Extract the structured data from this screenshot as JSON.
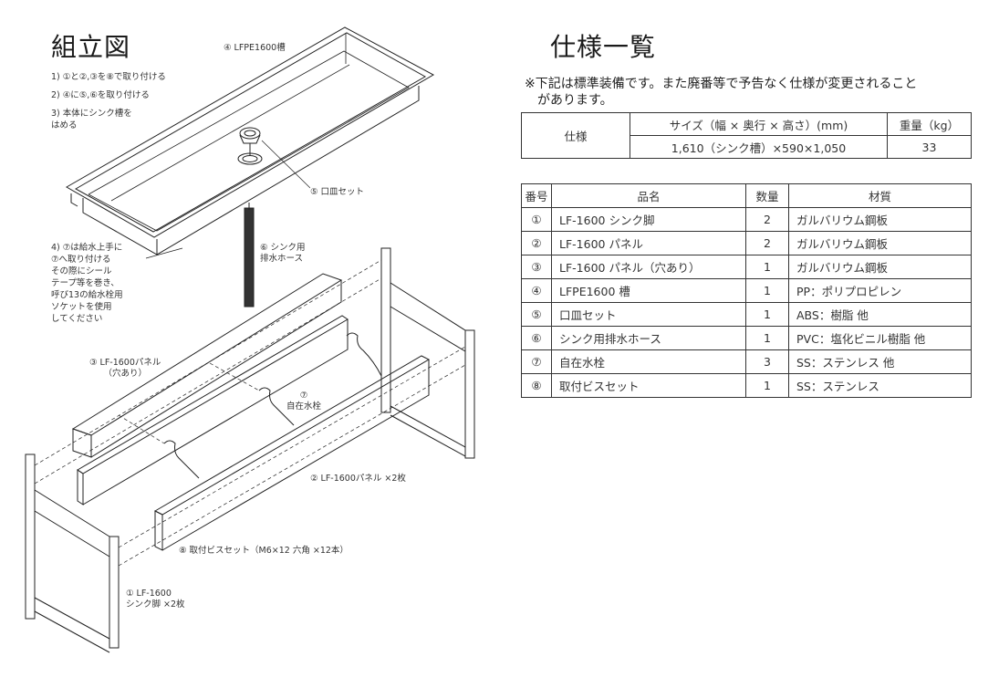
{
  "assembly": {
    "title": "組立図",
    "steps": [
      "1) ①と②,③を⑧で取り付ける",
      "2) ④に⑤,⑥を取り付ける",
      "3) 本体にシンク槽を\nはめる",
      "4) ⑦は給水上手に\n⑦へ取り付ける\nその際にシール\nテープ等を巻き、\n呼び13の給水栓用\nソケットを使用\nしてください"
    ],
    "labels": {
      "sink": "④ LFPE1600槽",
      "drain_set": "⑤ 口皿セット",
      "hose": "⑥ シンク用\n排水ホース",
      "panel_hole": "③ LF-1600パネル\n（穴あり）",
      "faucet": "⑦\n自在水栓",
      "panel": "② LF-1600パネル ×2枚",
      "screws": "⑧ 取付ビスセット（M6×12 六角 ×12本）",
      "legs": "① LF-1600\nシンク脚 ×2枚"
    }
  },
  "spec": {
    "title": "仕様一覧",
    "note": "※下記は標準装備です。また廃番等で予告なく仕様が変更されること\n　があります。",
    "table": {
      "row_header": "仕様",
      "size_header": "サイズ（幅 × 奥行 × 高さ）(mm)",
      "weight_header": "重量（kg）",
      "size_value": "1,610（シンク槽）×590×1,050",
      "weight_value": "33"
    }
  },
  "parts": {
    "headers": [
      "番号",
      "品名",
      "数量",
      "材質"
    ],
    "rows": [
      {
        "no": "①",
        "name": "LF-1600 シンク脚",
        "qty": "2",
        "material": "ガルバリウム鋼板"
      },
      {
        "no": "②",
        "name": "LF-1600 パネル",
        "qty": "2",
        "material": "ガルバリウム鋼板"
      },
      {
        "no": "③",
        "name": "LF-1600 パネル（穴あり）",
        "qty": "1",
        "material": "ガルバリウム鋼板"
      },
      {
        "no": "④",
        "name": "LFPE1600 槽",
        "qty": "1",
        "material": "PP：ポリプロピレン"
      },
      {
        "no": "⑤",
        "name": "口皿セット",
        "qty": "1",
        "material": "ABS：樹脂 他"
      },
      {
        "no": "⑥",
        "name": "シンク用排水ホース",
        "qty": "1",
        "material": "PVC：塩化ビニル樹脂 他"
      },
      {
        "no": "⑦",
        "name": "自在水栓",
        "qty": "3",
        "material": "SS：ステンレス 他"
      },
      {
        "no": "⑧",
        "name": "取付ビスセット",
        "qty": "1",
        "material": "SS：ステンレス"
      }
    ]
  }
}
